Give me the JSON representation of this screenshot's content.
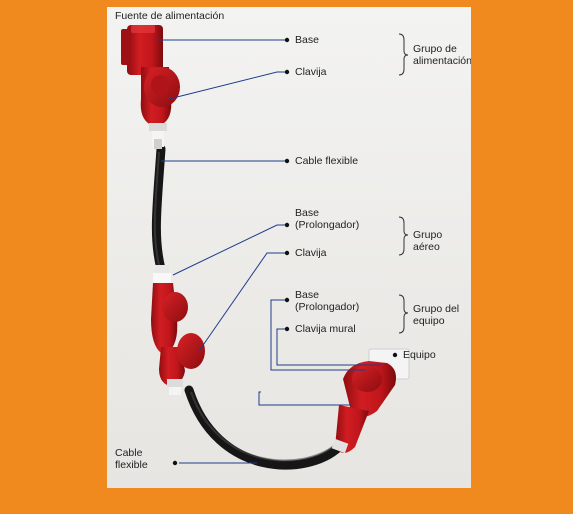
{
  "caption_top": "Fuente de alimentación",
  "labels": {
    "base1": "Base",
    "clavija1": "Clavija",
    "cable1": "Cable flexible",
    "base2": "Base\n(Prolongador)",
    "clavija2": "Clavija",
    "base3": "Base\n(Prolongador)",
    "clavija_mural": "Clavija mural",
    "equipo": "Equipo",
    "cable2": "Cable\nflexible"
  },
  "groups": {
    "alimentacion": "Grupo de\nalimentación",
    "aereo": "Grupo aéreo",
    "equipo": "Grupo del\nequipo"
  },
  "colors": {
    "background": "#F08A1E",
    "connector_red": "#C8161B",
    "cable": "#1a1a1a"
  }
}
